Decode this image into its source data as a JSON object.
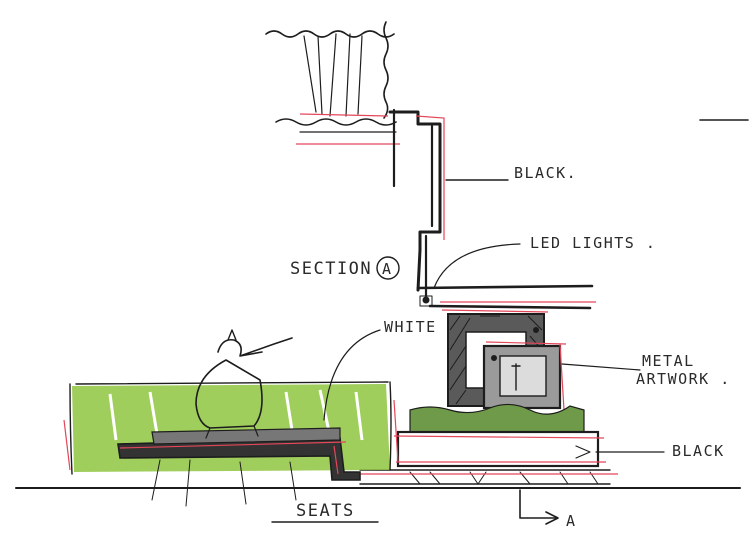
{
  "labels": {
    "black_top": "BLACK.",
    "led_lights": "LED LIGHTS .",
    "section_word": "SECTION",
    "section_letter": "A",
    "white": "WHITE",
    "metal_artwork_line1": "METAL",
    "metal_artwork_line2": "ARTWORK .",
    "black_bottom": "BLACK",
    "seats": "SEATS",
    "section_arrow_letter": "A"
  },
  "colors": {
    "ink": "#1d1d1d",
    "hedge_green": "#8fc641",
    "planting_green": "#6f9a4a",
    "red_marker": "#e2475a",
    "dark_grey": "#5a5a5a",
    "mid_grey": "#9a9a9a"
  }
}
